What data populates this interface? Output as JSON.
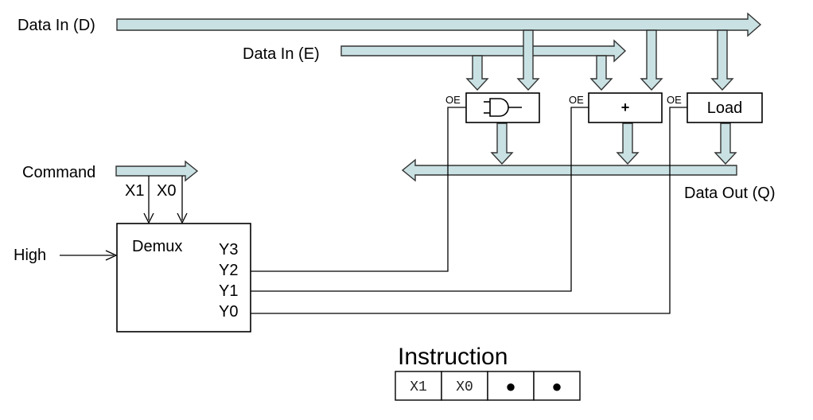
{
  "inputs": {
    "data_in_d": "Data In (D)",
    "data_in_e": "Data In (E)",
    "command": "Command",
    "high": "High"
  },
  "command_bits": {
    "x1": "X1",
    "x0": "X0"
  },
  "demux": {
    "title": "Demux",
    "outputs": [
      "Y3",
      "Y2",
      "Y1",
      "Y0"
    ]
  },
  "units": {
    "oe": "OE",
    "and_gate_icon": "and-gate-icon",
    "adder_label": "+",
    "load_label": "Load"
  },
  "output": {
    "data_out_q": "Data Out (Q)"
  },
  "instruction": {
    "title": "Instruction",
    "fields": [
      "X1",
      "X0",
      "●",
      "●"
    ]
  },
  "colors": {
    "bus_fill": "#c9e1e3",
    "bus_stroke": "#333333",
    "wire": "#000000"
  }
}
